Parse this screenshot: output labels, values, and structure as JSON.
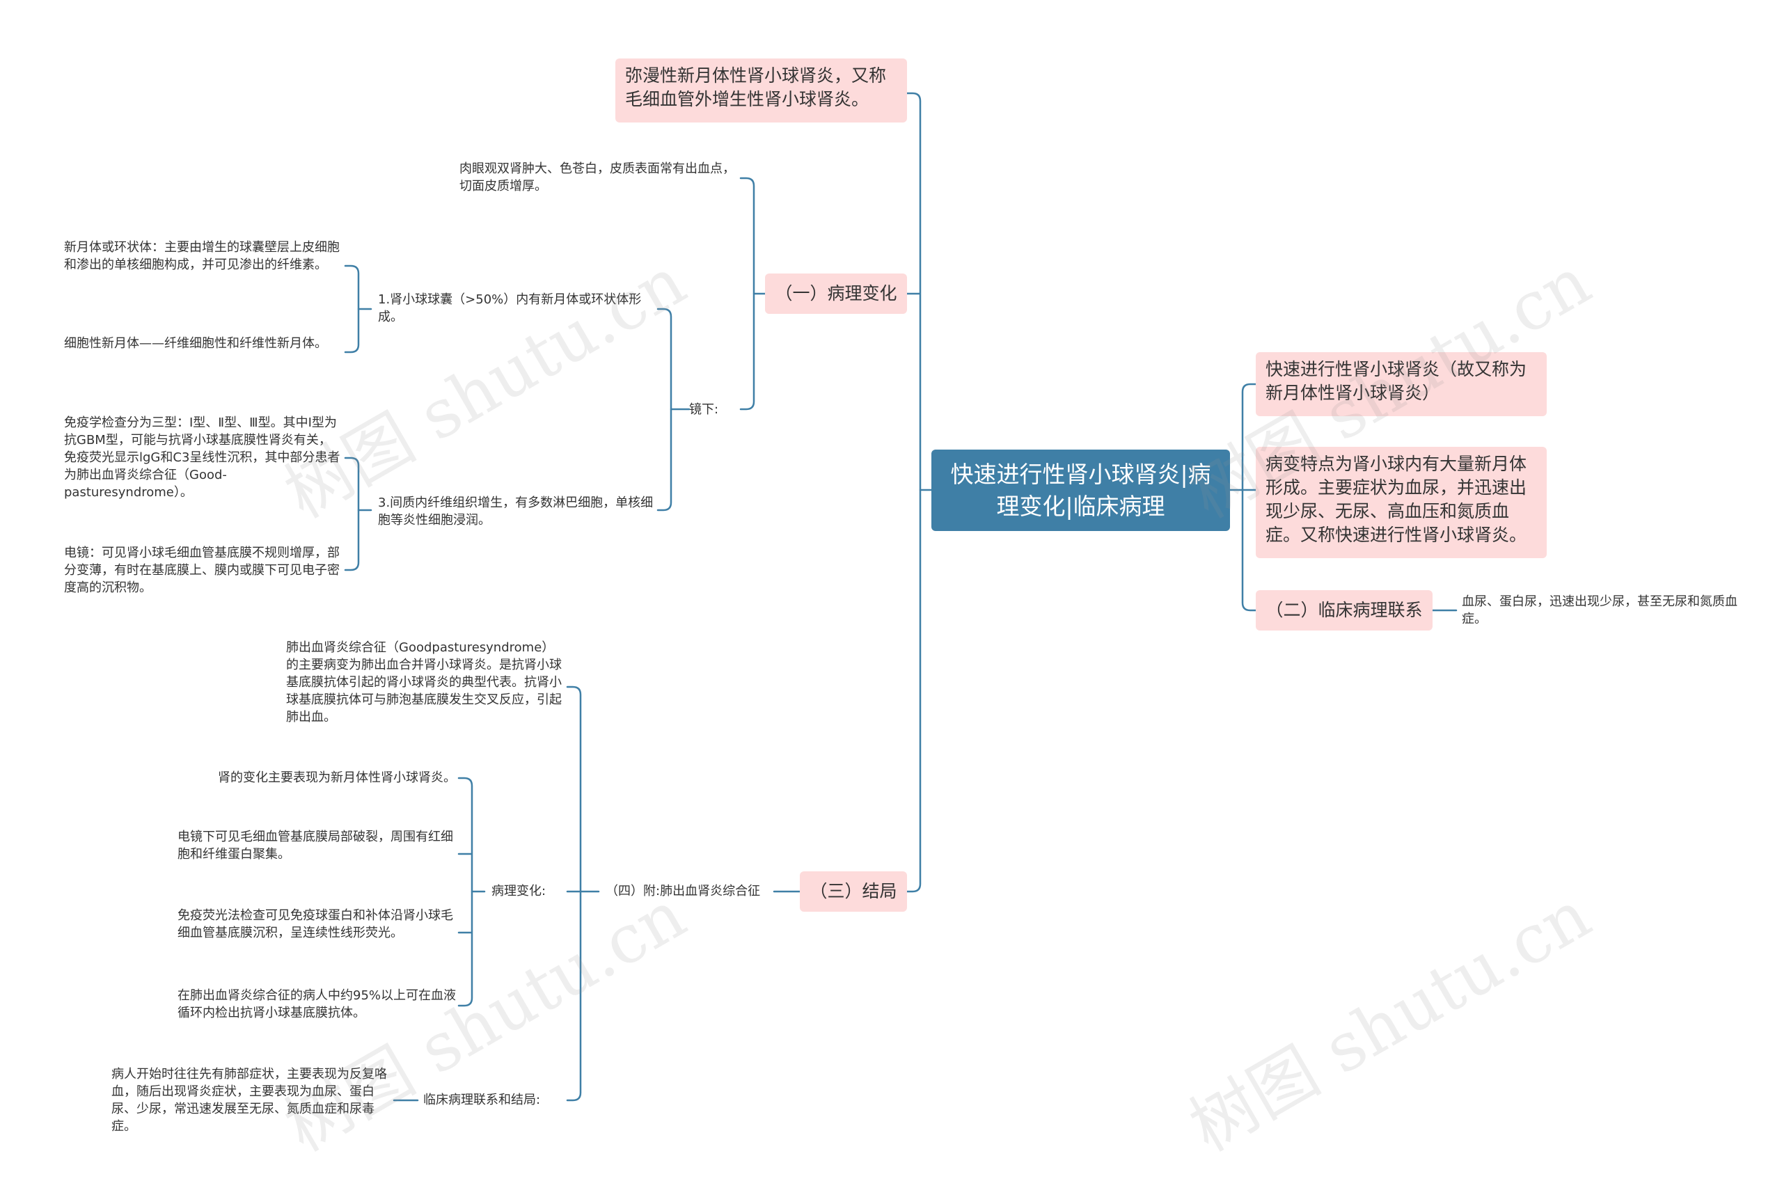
{
  "root": {
    "title": "快速进行性肾小球肾炎|病理变化|临床病理"
  },
  "right": {
    "n1": "快速进行性肾小球肾炎（故又称为新月体性肾小球肾炎）",
    "n2": "病变特点为肾小球内有大量新月体形成。主要症状为血尿，并迅速出现少尿、无尿、高血压和氮质血症。又称快速进行性肾小球肾炎。",
    "n3": "（二）临床病理联系",
    "n3_leaf": "血尿、蛋白尿，迅速出现少尿，甚至无尿和氮质血症。"
  },
  "left": {
    "top_note": "弥漫性新月体性肾小球肾炎，又称毛细血管外增生性肾小球肾炎。",
    "pathology": {
      "label": "（一）病理变化",
      "gross": "肉眼观双肾肿大、色苍白，皮质表面常有出血点，切面皮质增厚。",
      "micro": {
        "label": "镜下:",
        "item1": {
          "label": "1.肾小球球囊（>50%）内有新月体或环状体形成。",
          "c1": "新月体或环状体：主要由增生的球囊壁层上皮细胞和渗出的单核细胞构成，并可见渗出的纤维素。",
          "c2": "细胞性新月体——纤维细胞性和纤维性新月体。"
        },
        "item3": {
          "label": "3.间质内纤维组织增生，有多数淋巴细胞，单核细胞等炎性细胞浸润。",
          "c1": "免疫学检查分为三型：Ⅰ型、Ⅱ型、Ⅲ型。其中Ⅰ型为抗GBM型，可能与抗肾小球基底膜性肾炎有关，免疫荧光显示lgG和C3呈线性沉积，其中部分患者为肺出血肾炎综合征（Good-pasturesyndrome）。",
          "c2": "电镜：可见肾小球毛细血管基底膜不规则增厚，部分变薄，有时在基底膜上、膜内或膜下可见电子密度高的沉积物。"
        }
      }
    },
    "outcome": {
      "label": "（三）结局",
      "sub": {
        "label": "（四）附:肺出血肾炎综合征",
        "intro": "肺出血肾炎综合征（Goodpasturesyndrome）的主要病变为肺出血合并肾小球肾炎。是抗肾小球基底膜抗体引起的肾小球肾炎的典型代表。抗肾小球基底膜抗体可与肺泡基底膜发生交叉反应，引起肺出血。",
        "patho": {
          "label": "病理变化:",
          "c1": "肾的变化主要表现为新月体性肾小球肾炎。",
          "c2": "电镜下可见毛细血管基底膜局部破裂，周围有红细胞和纤维蛋白聚集。",
          "c3": "免疫荧光法检查可见免疫球蛋白和补体沿肾小球毛细血管基底膜沉积，呈连续性线形荧光。",
          "c4": "在肺出血肾炎综合征的病人中约95%以上可在血液循环内检出抗肾小球基底膜抗体。"
        },
        "clinical": {
          "label": "临床病理联系和结局:",
          "c1": "病人开始时往往先有肺部症状，主要表现为反复咯血，随后出现肾炎症状，主要表现为血尿、蛋白尿、少尿，常迅速发展至无尿、氮质血症和尿毒症。"
        }
      }
    }
  },
  "watermark": "树图 shutu.cn",
  "colors": {
    "root": "#3f7fa6",
    "pink": "#fddbdb",
    "line": "#3f7fa6",
    "text": "#333333"
  }
}
